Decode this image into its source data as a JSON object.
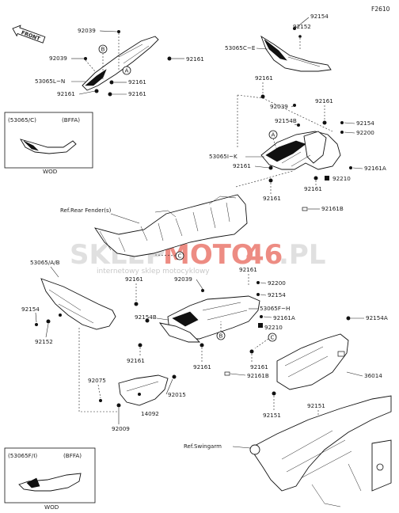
{
  "figure_code": "F2610",
  "front_label": "FRONT",
  "watermark": {
    "part1": "SKLEP",
    "part2": "MOTO",
    "part3": "46",
    "part4": ".PL",
    "tagline": "internetowy sklep motocyklowy",
    "color_gray": "#c8c8c8",
    "color_red": "#e0301e"
  },
  "callouts": {
    "A": "A",
    "B": "B",
    "C": "C"
  },
  "parts": [
    "92039",
    "92039",
    "53065L~N",
    "92161",
    "92161",
    "92161",
    "92161",
    "92154",
    "92152",
    "53065C~E",
    "92161",
    "92039",
    "92161",
    "92154B",
    "92154",
    "92200",
    "53065I~K",
    "92161",
    "92161A",
    "92161",
    "92210",
    "92161",
    "92161B",
    "53065/A/B",
    "92161",
    "92039",
    "92161",
    "92154",
    "92200",
    "92154",
    "92154B",
    "53065F~H",
    "92161A",
    "92152",
    "92210",
    "92154A",
    "92161",
    "92161",
    "92161",
    "92161B",
    "36014",
    "92075",
    "92015",
    "14092",
    "92009",
    "92151",
    "92151"
  ],
  "references": {
    "rear_fender": "Ref.Rear Fender(s)",
    "swingarm": "Ref.Swingarm"
  },
  "inset_top": {
    "code": "(53065/C)",
    "variant": "(BFFA)",
    "footer": "WOD"
  },
  "inset_bottom": {
    "code": "(53065F/I)",
    "variant": "(BFFA)",
    "footer": "WOD"
  }
}
